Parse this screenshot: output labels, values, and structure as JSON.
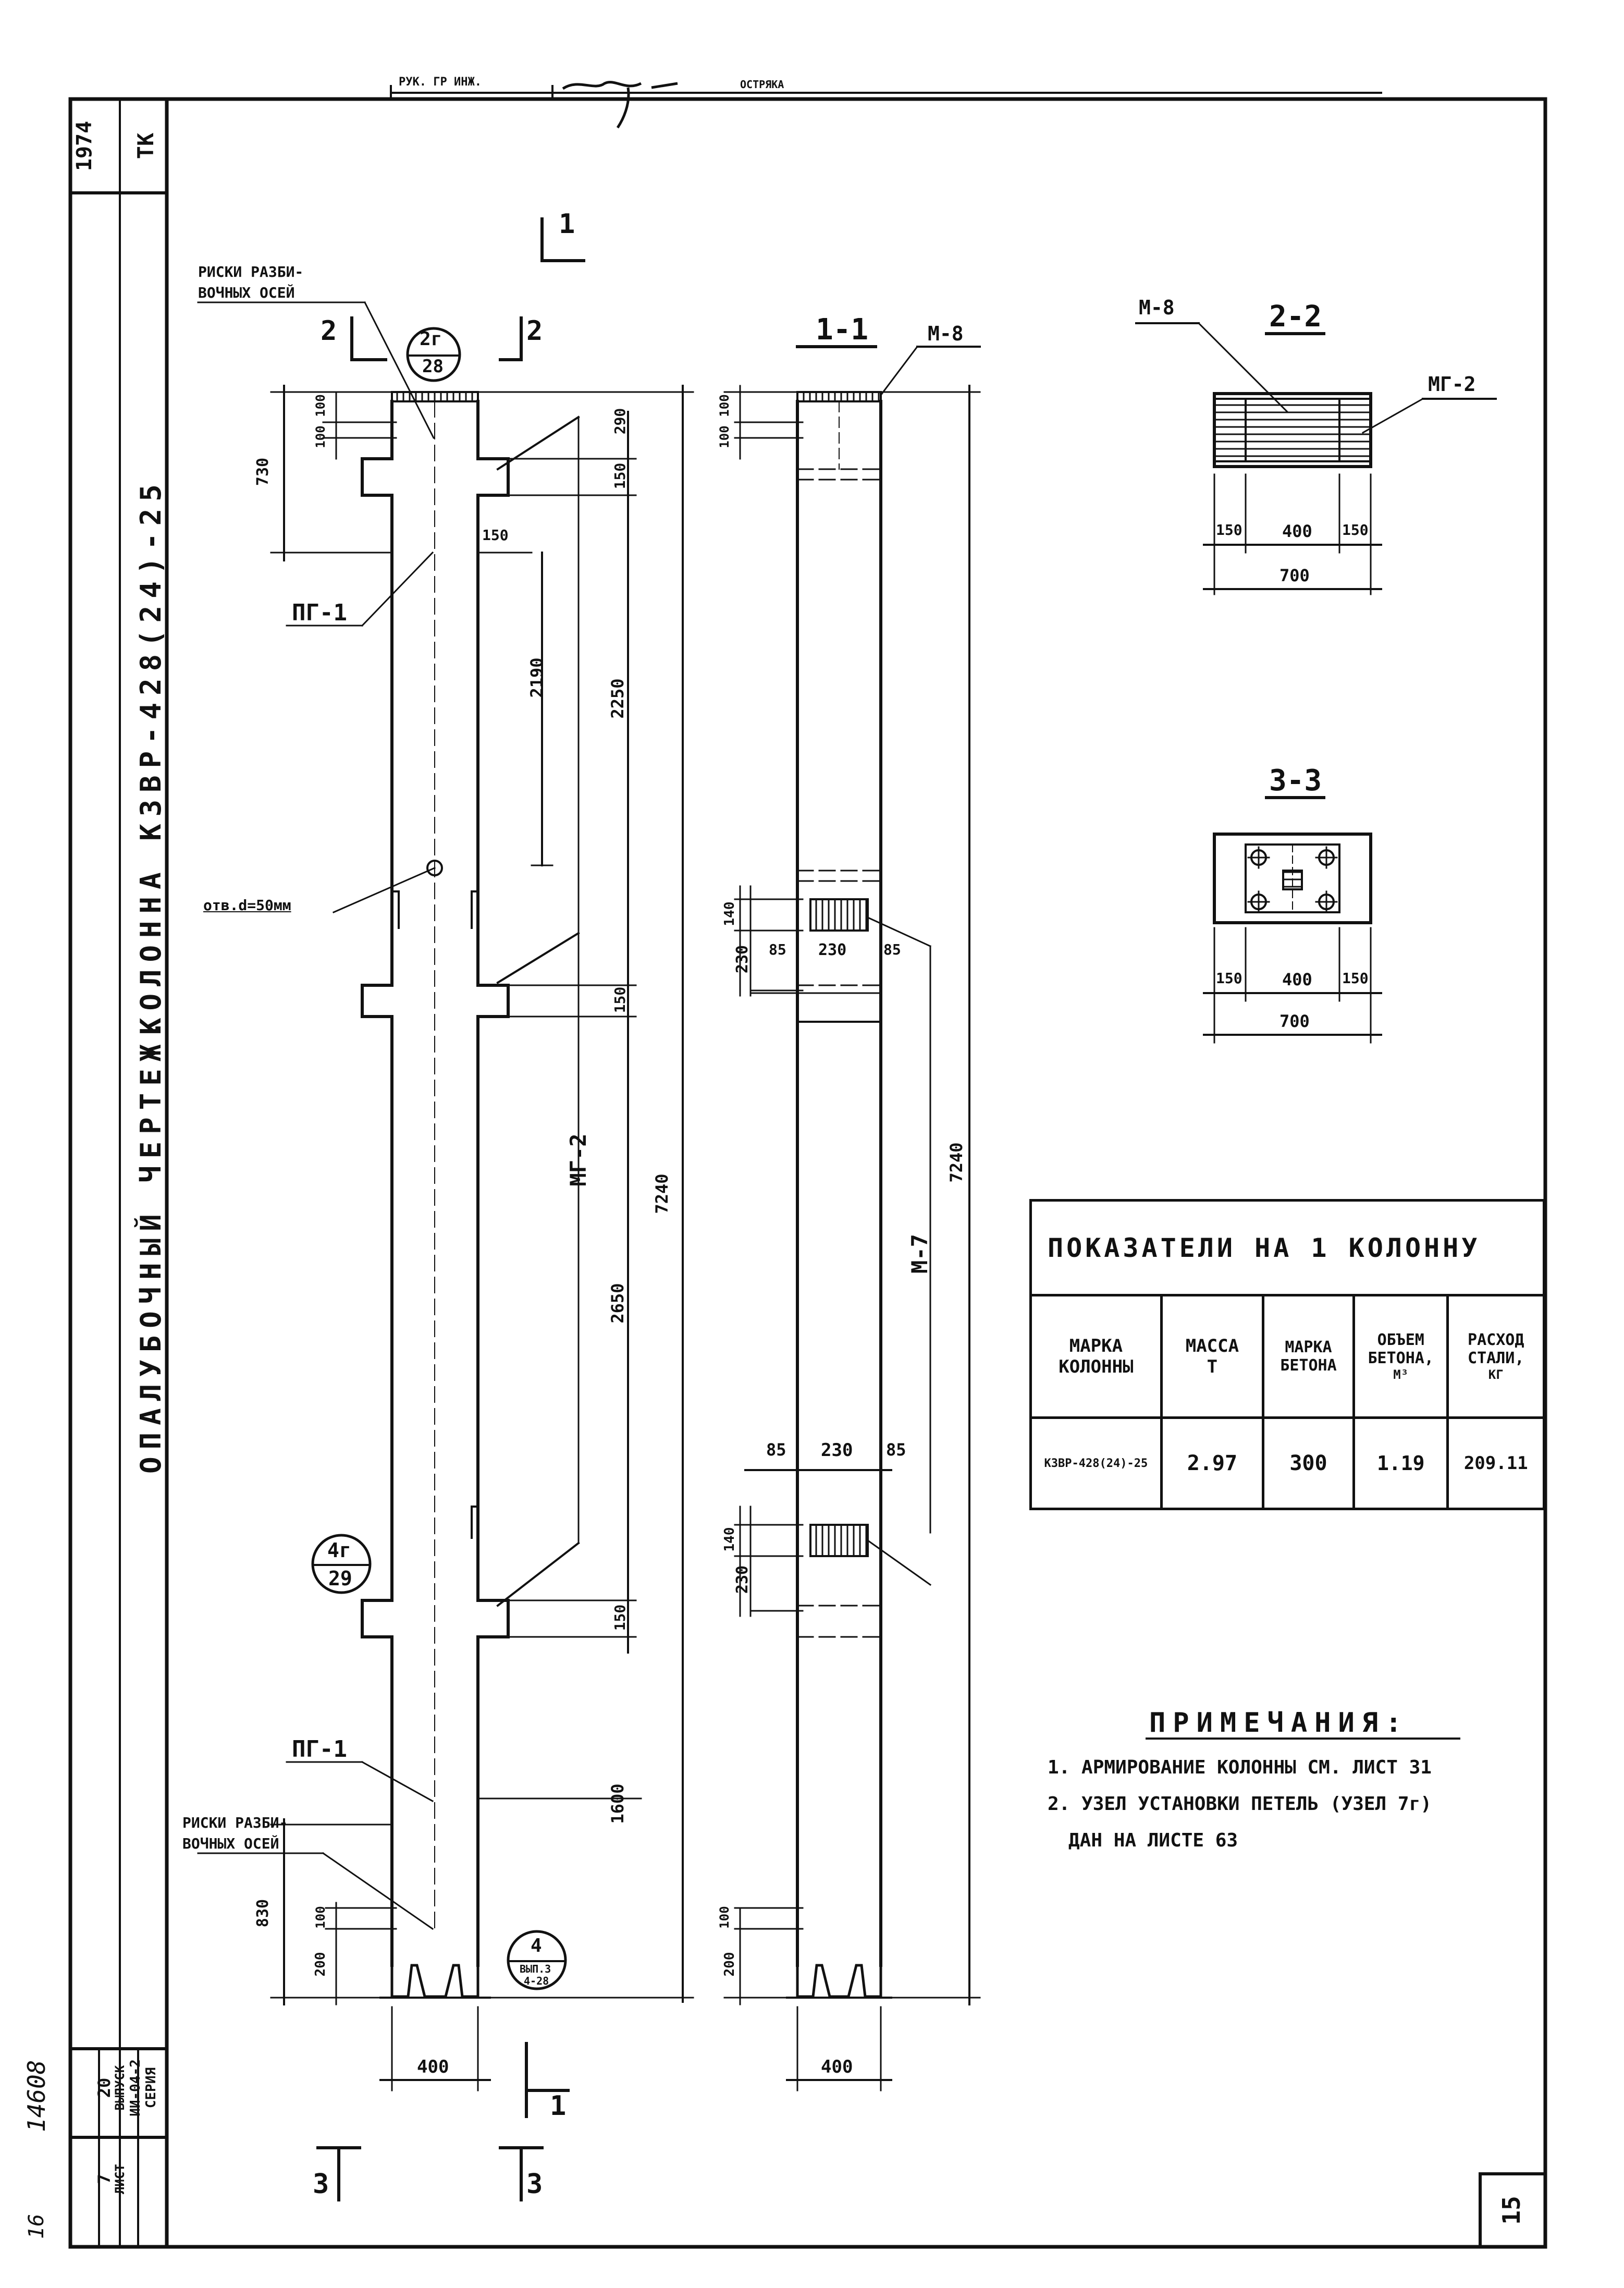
{
  "title_block": {
    "stamp_top": "РУК. ГР  ИНЖ.",
    "stamp_top_right": "ОСТРЯКА",
    "year": "1974",
    "code": "ТК",
    "title_main": "КОЛОННА К3ВР-428(24)-25",
    "title_sub": "ОПАЛУБОЧНЫЙ ЧЕРТЕЖ.",
    "series_label": "СЕРИЯ",
    "series_value": "ИИ-04-2",
    "issue_label": "ВЫПУСК",
    "issue_value": "20",
    "sheet_label": "ЛИСТ",
    "sheet_value": "7",
    "archive_no": "14608",
    "archive_sub": "16",
    "page_no": "15"
  },
  "elevation": {
    "risk_label_1": "РИСКИ РАЗБИ-",
    "risk_label_2": "ВОЧНЫХ ОСЕЙ",
    "section_22": "2",
    "section_11": "1",
    "section_33": "3",
    "callout_top_num": "2г",
    "callout_top_den": "28",
    "callout_mid_num": "4г",
    "callout_mid_den": "29",
    "callout_bot_num": "4",
    "callout_bot_den": "ВЫП.3",
    "callout_bot_den2": "4-28",
    "pg1_top": "ПГ-1",
    "pg1_bot": "ПГ-1",
    "hole_label": "отв.d=50мм",
    "mg2": "МГ-2",
    "dims": {
      "d730": "730",
      "d100a": "100",
      "d100b": "100",
      "d290": "290",
      "d150a": "150",
      "d150b": "150",
      "d2190": "2190",
      "d2250": "2250",
      "d150c": "150",
      "d7240": "7240",
      "d2650": "2650",
      "d150d": "150",
      "d1600": "1600",
      "d830": "830",
      "d100c": "100",
      "d200": "200",
      "d400": "400"
    }
  },
  "section11": {
    "title": "1-1",
    "m8": "М-8",
    "m7": "М-7",
    "dims": {
      "d100a": "100",
      "d100b": "100",
      "d140a": "140",
      "d230a": "230",
      "d85a": "85",
      "d230b": "230",
      "d85b": "85",
      "d7240": "7240",
      "d85c": "85",
      "d230c": "230",
      "d85d": "85",
      "d140b": "140",
      "d230d": "230",
      "d100c": "100",
      "d200": "200",
      "d400": "400"
    }
  },
  "section22": {
    "title": "2-2",
    "m8": "М-8",
    "mg2": "МГ-2",
    "d150a": "150",
    "d400": "400",
    "d150b": "150",
    "d700": "700"
  },
  "section33": {
    "title": "3-3",
    "d150a": "150",
    "d400": "400",
    "d150b": "150",
    "d700": "700"
  },
  "indicators": {
    "header": "ПОКАЗАТЕЛИ НА 1 КОЛОННУ",
    "columns": [
      {
        "l1": "МАРКА",
        "l2": "КОЛОННЫ",
        "l3": ""
      },
      {
        "l1": "МАССА",
        "l2": "Т",
        "l3": ""
      },
      {
        "l1": "МАРКА",
        "l2": "БЕТОНА",
        "l3": ""
      },
      {
        "l1": "ОБЪЕМ",
        "l2": "БЕТОНА,",
        "l3": "М³"
      },
      {
        "l1": "РАСХОД",
        "l2": "СТАЛИ,",
        "l3": "КГ"
      }
    ],
    "row": [
      "К3ВР-428(24)-25",
      "2.97",
      "300",
      "1.19",
      "209.11"
    ]
  },
  "notes": {
    "title": "ПРИМЕЧАНИЯ:",
    "n1": "1. АРМИРОВАНИЕ КОЛОННЫ СМ. ЛИСТ 31",
    "n2": "2. УЗЕЛ УСТАНОВКИ ПЕТЕЛЬ (УЗЕЛ 7г)",
    "n3": "ДАН НА ЛИСТЕ 63"
  }
}
